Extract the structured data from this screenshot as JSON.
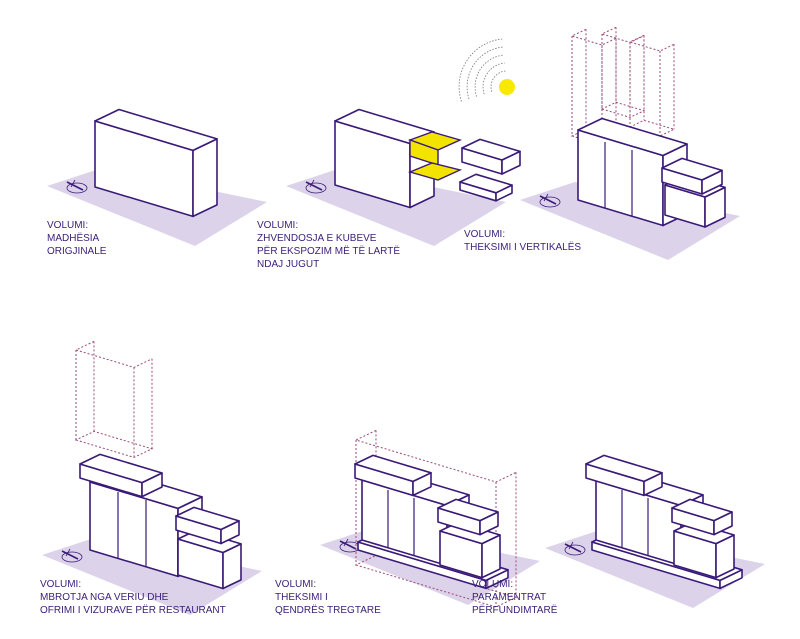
{
  "colors": {
    "line": "#3a1a78",
    "ground": "#dcd3ea",
    "sun": "#f7ea00",
    "highlight": "#f3e400",
    "dashed": "#9a4b7a"
  },
  "panels": [
    {
      "title": "VOLUMI:",
      "lines": [
        "MADHËSIA",
        "ORIGJINALE"
      ]
    },
    {
      "title": "VOLUMI:",
      "lines": [
        "ZHVENDOSJA E KUBEVE",
        "PËR EKSPOZIM MË TË LARTË",
        "NDAJ JUGUT"
      ]
    },
    {
      "title": "VOLUMI:",
      "lines": [
        "THEKSIMI I VERTIKALËS"
      ]
    },
    {
      "title": "VOLUMI:",
      "lines": [
        "MBROTJA NGA VERIU DHE",
        "OFRIMI I VIZURAVE PËR RESTAURANT"
      ]
    },
    {
      "title": "VOLUMI:",
      "lines": [
        "THEKSIMI I",
        "QENDRËS TREGTARE"
      ]
    },
    {
      "title": "VOLUMI:",
      "lines": [
        "PARAMENTRAT",
        "PËRFUNDIMTARË"
      ]
    }
  ],
  "icons": [
    "north-arrow-icon",
    "sun-icon"
  ]
}
